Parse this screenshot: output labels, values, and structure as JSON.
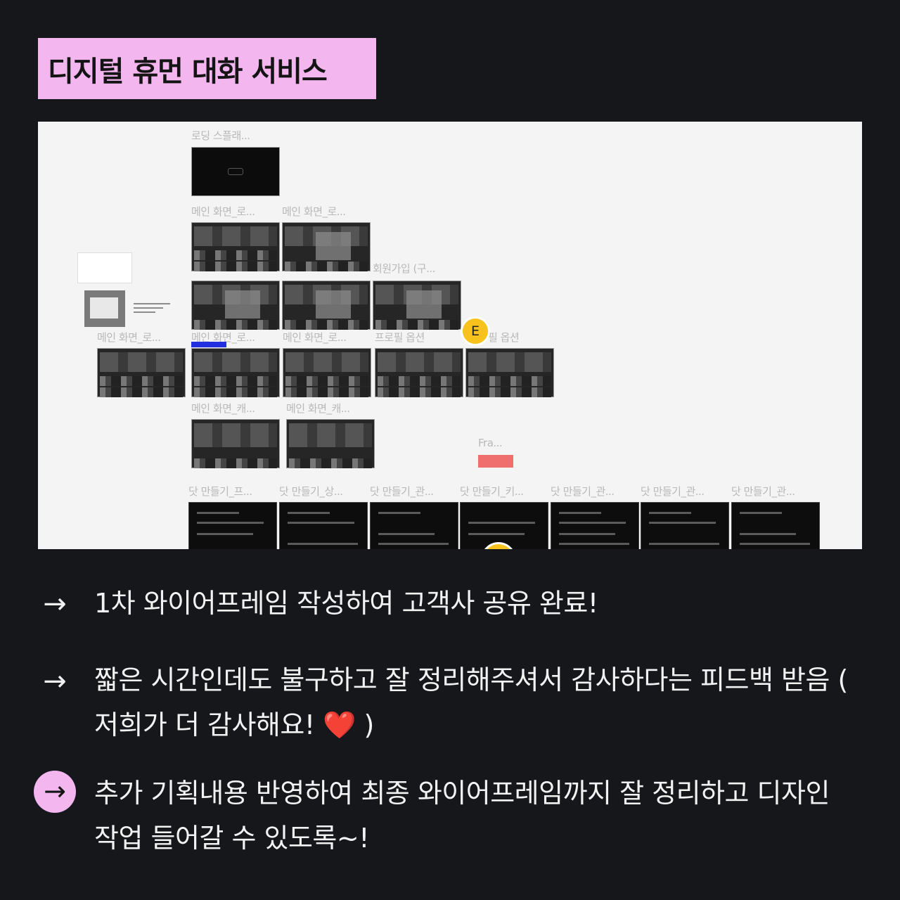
{
  "header": {
    "title": "디지털 휴먼 대화 서비스"
  },
  "canvas": {
    "frame_labels": {
      "splash": "로딩 스플래...",
      "main1": "메인 화면_로...",
      "main2": "메인 화면_로...",
      "signup": "회원가입 (구...",
      "left_main": "메인 화면_로...",
      "main3": "메인 화면_로...",
      "main4": "메인 화면_로...",
      "profile1": "프로필 옵션",
      "profile2": "필 옵션",
      "carousel1": "메인 화면_캐...",
      "carousel2": "메인 화면_캐...",
      "fra": "Fra...",
      "dot1": "닷 만들기_프...",
      "dot2": "닷 만들기_상...",
      "dot3": "닷 만들기_관...",
      "dot4": "닷 만들기_키...",
      "dot5": "닷 만들기_관...",
      "dot6": "닷 만들기_관...",
      "dot7": "닷 만들기_관..."
    },
    "avatar_initial": "E",
    "colors": {
      "avatar": "#f6c21b",
      "selection": "#2330e0",
      "alert": "#ef6f6f"
    }
  },
  "bullets": [
    {
      "icon": "arrow-right-icon",
      "text": "1차 와이어프레임 작성하여 고객사 공유 완료!"
    },
    {
      "icon": "arrow-right-icon",
      "text": "짧은 시간인데도 불구하고 잘 정리해주셔서 감사하다는 피드백 받음 ( 저희가 더 감사해요! ❤️ )"
    },
    {
      "icon": "arrow-right-circle-icon",
      "text": "추가 기획내용 반영하여 최종 와이어프레임까지 잘 정리하고 디자인 작업 들어갈 수 있도록~!"
    }
  ],
  "theme": {
    "background": "#16171b",
    "accent": "#f3b6ef",
    "canvas": "#f4f4f4"
  }
}
